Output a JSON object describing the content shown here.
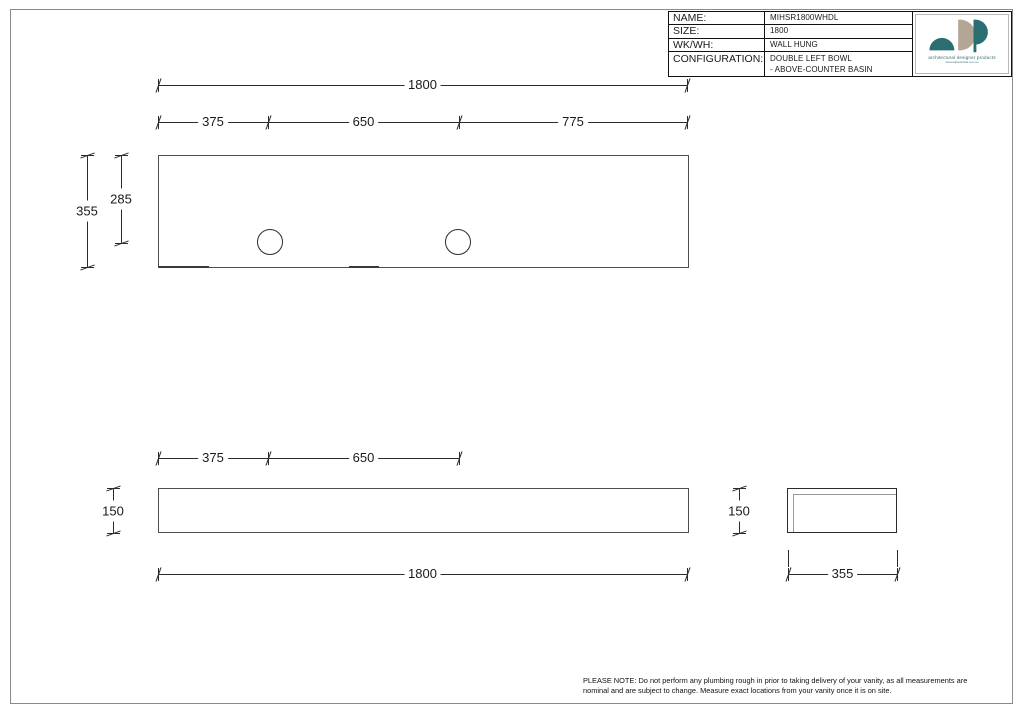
{
  "document": {
    "type": "technical-drawing",
    "sheet_background": "#ffffff",
    "line_color": "#2b2b2b"
  },
  "title_block": {
    "rows": [
      {
        "label": "NAME:",
        "value": "MIHSR1800WHDL"
      },
      {
        "label": "SIZE:",
        "value": "1800"
      },
      {
        "label": "WK/WH:",
        "value": "WALL HUNG"
      },
      {
        "label": "CONFIGURATION:",
        "value": "DOUBLE LEFT BOWL",
        "value2": "- ABOVE-COUNTER BASIN"
      }
    ]
  },
  "logo": {
    "tagline": "architectural designer products",
    "url": "www.adpaustralia.com.au",
    "teal": "#2b6e72",
    "tan": "#b3a694"
  },
  "plan_view": {
    "overall_length": "1800",
    "segments": [
      "375",
      "650",
      "775"
    ],
    "depth_overall": "355",
    "depth_inner": "285"
  },
  "elevation_view": {
    "segments": [
      "375",
      "650"
    ],
    "height": "150",
    "overall_length": "1800"
  },
  "side_view": {
    "height": "150",
    "depth": "355"
  },
  "footer": {
    "note": "PLEASE NOTE: Do not perform any plumbing rough in prior to taking delivery of your vanity, as all measurements are nominal and are subject to change. Measure exact locations from your vanity once it is on site."
  }
}
